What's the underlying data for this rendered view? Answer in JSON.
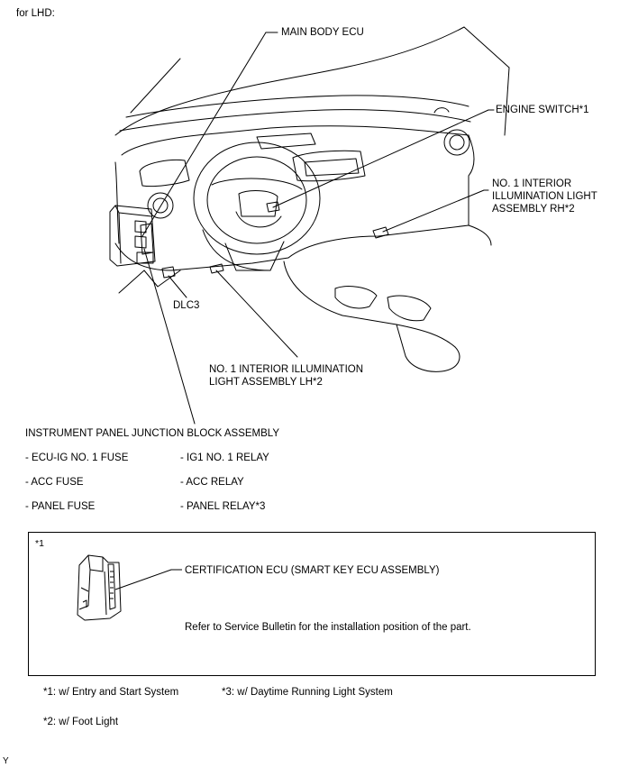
{
  "heading": "for LHD:",
  "callouts": {
    "main_body_ecu": "MAIN BODY ECU",
    "engine_switch": "ENGINE SWITCH*1",
    "interior_light_rh_1": "NO. 1 INTERIOR",
    "interior_light_rh_2": "ILLUMINATION LIGHT",
    "interior_light_rh_3": "ASSEMBLY RH*2",
    "dlc3": "DLC3",
    "interior_light_lh_1": "NO. 1 INTERIOR ILLUMINATION",
    "interior_light_lh_2": "LIGHT ASSEMBLY LH*2",
    "junction_block": "INSTRUMENT PANEL JUNCTION BLOCK ASSEMBLY"
  },
  "junction_items": {
    "left": [
      "- ECU-IG NO. 1 FUSE",
      "- ACC FUSE",
      "- PANEL FUSE"
    ],
    "right": [
      "- IG1 NO. 1 RELAY",
      "- ACC RELAY",
      "- PANEL RELAY*3"
    ]
  },
  "inset": {
    "tag": "*1",
    "part_label": "CERTIFICATION ECU (SMART KEY ECU ASSEMBLY)",
    "note": "Refer to Service Bulletin for the installation position of the part."
  },
  "footnotes": {
    "fn1": "*1: w/ Entry and Start System",
    "fn3": "*3: w/ Daytime Running Light System",
    "fn2": "*2: w/ Foot Light"
  },
  "corner_mark": "Y"
}
